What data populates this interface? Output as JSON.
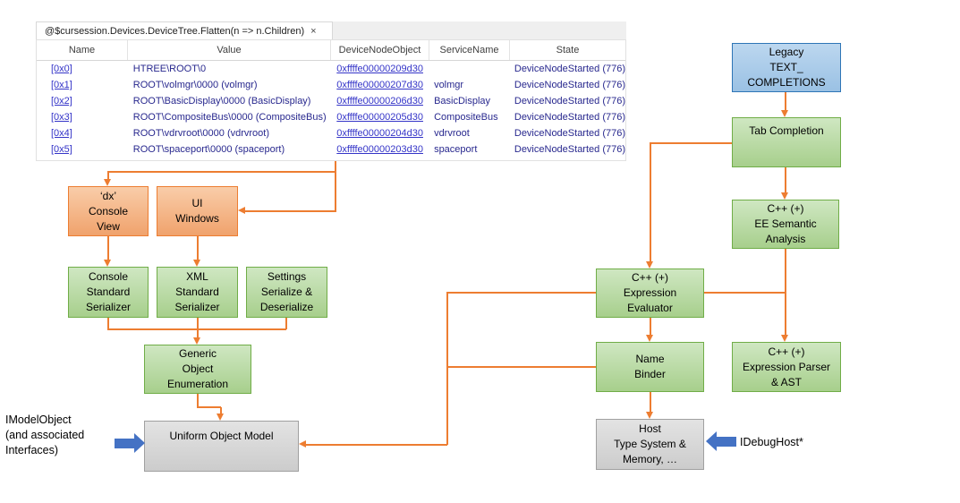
{
  "colors": {
    "connector_orange": "#ED7D31",
    "box_green_fill": "#A9D18E",
    "box_green_border": "#70AD47",
    "box_salmon_fill": "#F4B183",
    "box_salmon_border": "#ED7D31",
    "box_blue_fill": "#9DC3E6",
    "box_blue_border": "#2E75B6",
    "box_gray_fill": "#D9D9D9",
    "block_arrow_blue": "#4472C4",
    "link_blue": "#3434C8",
    "table_text_navy": "#28288E"
  },
  "tab": {
    "title": "@$cursession.Devices.DeviceTree.Flatten(n => n.Children)",
    "close_icon": "×"
  },
  "table": {
    "columns": [
      "Name",
      "Value",
      "DeviceNodeObject",
      "ServiceName",
      "State"
    ],
    "rows": [
      {
        "name": "[0x0]",
        "value": "HTREE\\ROOT\\0",
        "object": "0xffffe00000209d30",
        "service": "",
        "state": "DeviceNodeStarted (776)"
      },
      {
        "name": "[0x1]",
        "value": "ROOT\\volmgr\\0000 (volmgr)",
        "object": "0xffffe00000207d30",
        "service": "volmgr",
        "state": "DeviceNodeStarted (776)"
      },
      {
        "name": "[0x2]",
        "value": "ROOT\\BasicDisplay\\0000 (BasicDisplay)",
        "object": "0xffffe00000206d30",
        "service": "BasicDisplay",
        "state": "DeviceNodeStarted (776)"
      },
      {
        "name": "[0x3]",
        "value": "ROOT\\CompositeBus\\0000 (CompositeBus)",
        "object": "0xffffe00000205d30",
        "service": "CompositeBus",
        "state": "DeviceNodeStarted (776)"
      },
      {
        "name": "[0x4]",
        "value": "ROOT\\vdrvroot\\0000 (vdrvroot)",
        "object": "0xffffe00000204d30",
        "service": "vdrvroot",
        "state": "DeviceNodeStarted (776)"
      },
      {
        "name": "[0x5]",
        "value": "ROOT\\spaceport\\0000 (spaceport)",
        "object": "0xffffe00000203d30",
        "service": "spaceport",
        "state": "DeviceNodeStarted (776)"
      }
    ]
  },
  "diagram": {
    "boxes": {
      "legacy": {
        "l1": "Legacy",
        "l2": "TEXT_",
        "l3": "COMPLETIONS"
      },
      "tab_completion": {
        "l1": "Tab Completion"
      },
      "ee_semantic": {
        "l1": "C++ (+)",
        "l2": "EE Semantic",
        "l3": "Analysis"
      },
      "expr_parser": {
        "l1": "C++ (+)",
        "l2": "Expression Parser",
        "l3": "& AST"
      },
      "expr_eval": {
        "l1": "C++ (+)",
        "l2": "Expression",
        "l3": "Evaluator"
      },
      "name_binder": {
        "l1": "Name",
        "l2": "Binder"
      },
      "host": {
        "l1": "Host",
        "l2": "Type System &",
        "l3": "Memory, …"
      },
      "dx_console": {
        "l1": "‘dx’",
        "l2": "Console",
        "l3": "View"
      },
      "ui_windows": {
        "l1": "UI",
        "l2": "Windows"
      },
      "console_serializer": {
        "l1": "Console",
        "l2": "Standard",
        "l3": "Serializer"
      },
      "xml_serializer": {
        "l1": "XML",
        "l2": "Standard",
        "l3": "Serializer"
      },
      "settings_serializer": {
        "l1": "Settings",
        "l2": "Serialize &",
        "l3": "Deserialize"
      },
      "generic_enum": {
        "l1": "Generic",
        "l2": "Object",
        "l3": "Enumeration"
      },
      "uniform_model": {
        "l1": "Uniform Object Model"
      }
    },
    "labels": {
      "imodel_l1": "IModelObject",
      "imodel_l2": "(and associated",
      "imodel_l3": "Interfaces)",
      "idebughost": "IDebugHost*"
    }
  }
}
